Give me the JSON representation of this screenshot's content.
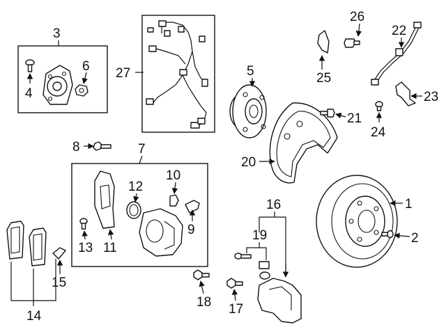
{
  "diagram": {
    "callouts": {
      "c1": "1",
      "c2": "2",
      "c3": "3",
      "c4": "4",
      "c5": "5",
      "c6": "6",
      "c7": "7",
      "c8": "8",
      "c9": "9",
      "c10": "10",
      "c11": "11",
      "c12": "12",
      "c13": "13",
      "c14": "14",
      "c15": "15",
      "c16": "16",
      "c17": "17",
      "c18": "18",
      "c19": "19",
      "c20": "20",
      "c21": "21",
      "c22": "22",
      "c23": "23",
      "c24": "24",
      "c25": "25",
      "c26": "26",
      "c27": "27"
    },
    "colors": {
      "ink": "#111111",
      "background": "#ffffff"
    }
  }
}
